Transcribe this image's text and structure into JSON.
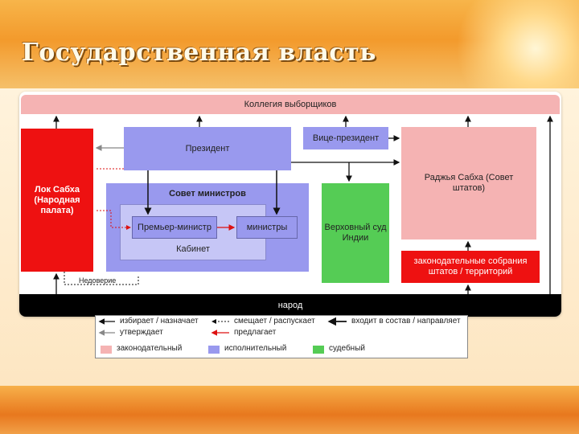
{
  "title": "Государственная власть",
  "diagram": {
    "electoral_college": "Коллегия выборщиков",
    "president": "Президент",
    "vice_president": "Вице-президент",
    "lok_sabha": "Лок Сабха (Народная палата)",
    "council_of_ministers": "Совет министров",
    "prime_minister": "Премьер-министр",
    "ministers": "министры",
    "cabinet": "Кабинет",
    "supreme_court": "Верховный суд Индии",
    "rajya_sabha": "Раджья Сабха (Совет штатов)",
    "state_legislatures": "законодательные собрания штатов / территорий",
    "no_confidence": "Недоверие",
    "people": "народ"
  },
  "legend": {
    "elects": "избирает / назначает",
    "dismisses": "смещает / распускает",
    "member_of": "входит в состав / направляет",
    "approves": "утверждает",
    "proposes": "предлагает",
    "legislative": "законодательный",
    "executive": "исполнительный",
    "judicial": "судебный"
  },
  "colors": {
    "legislative": "#f5b3b3",
    "executive": "#9999ee",
    "judicial": "#55cc55",
    "lok_sabha": "#ee1111",
    "state_legislatures": "#ee1111"
  }
}
